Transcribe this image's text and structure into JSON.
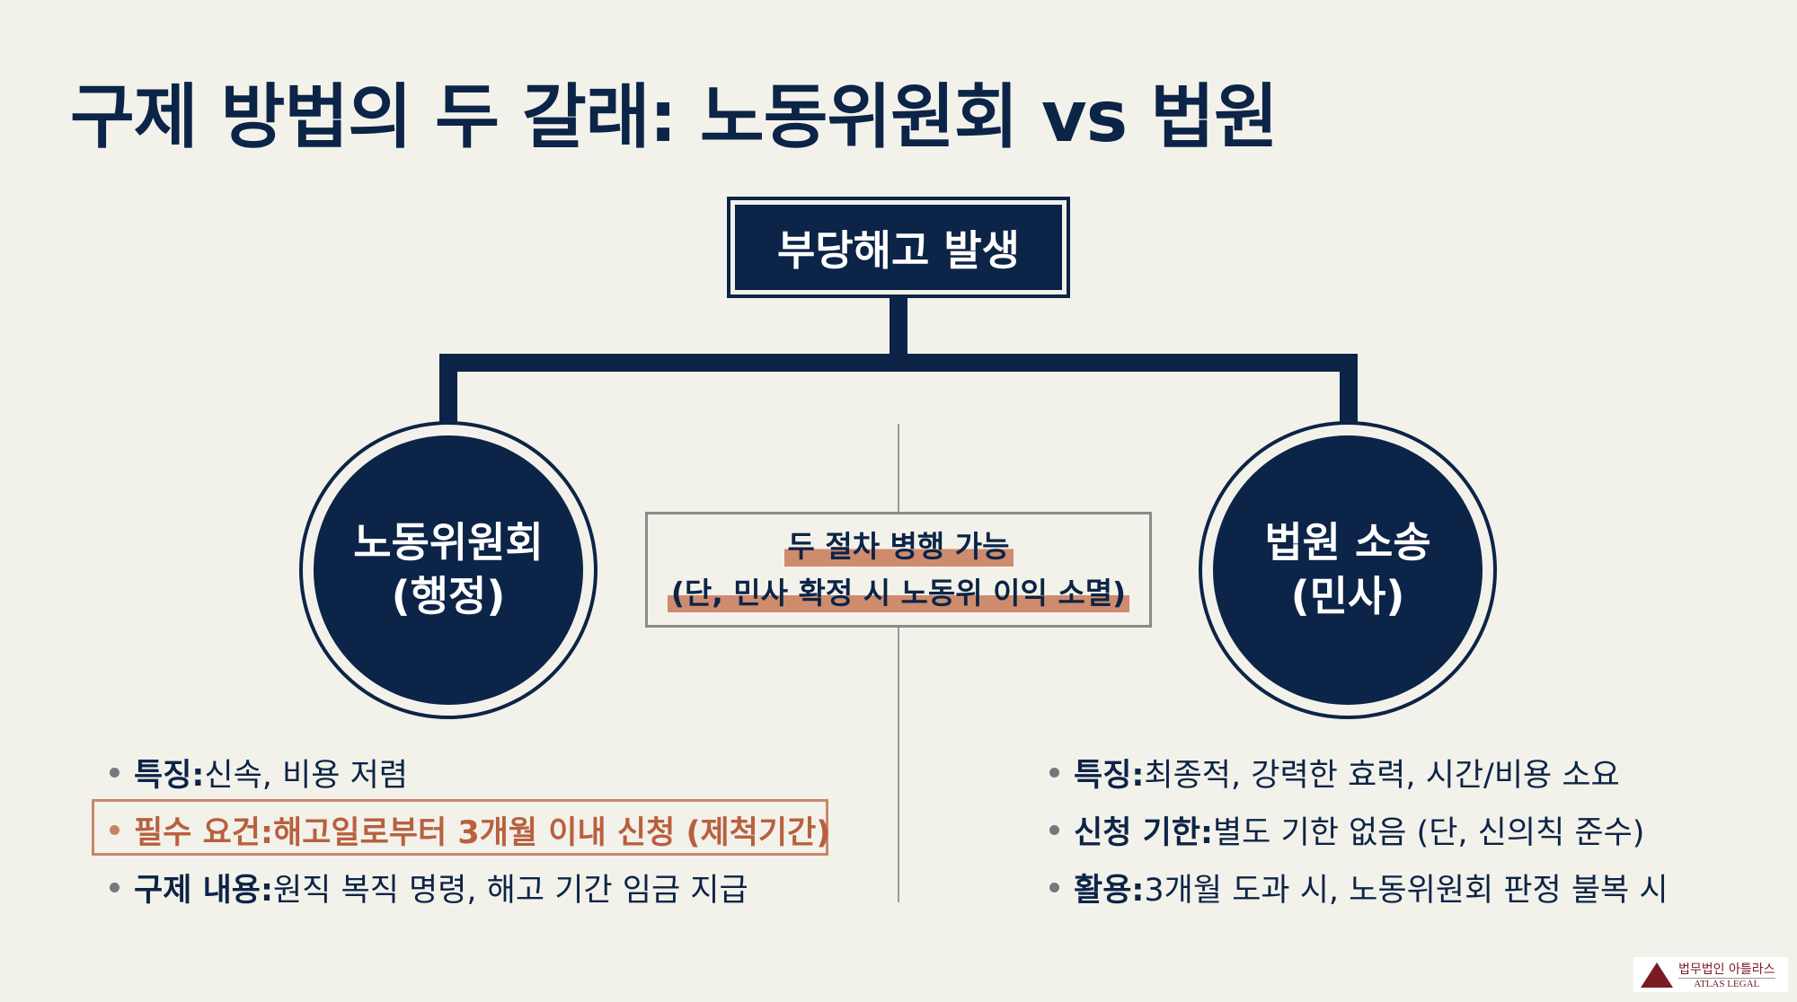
{
  "title": "구제 방법의 두 갈래: 노동위원회 vs 법원",
  "root": "부당해고 발생",
  "left": {
    "line1": "노동위원회",
    "line2": "(행정)"
  },
  "right": {
    "line1": "법원 소송",
    "line2": "(민사)"
  },
  "middle": {
    "line1": "두 절차 병행 가능",
    "line2": "(단, 민사 확정 시 노동위 이익 소멸)"
  },
  "left_bullets": [
    {
      "label": "특징:",
      "text": " 신속, 비용 저렴"
    },
    {
      "label": "필수 요건:",
      "text": " 해고일로부터 3개월 이내 신청 (제척기간)"
    },
    {
      "label": "구제 내용:",
      "text": " 원직 복직 명령, 해고 기간 임금 지급"
    }
  ],
  "right_bullets": [
    {
      "label": "특징:",
      "text": " 최종적, 강력한 효력, 시간/비용 소요"
    },
    {
      "label": "신청 기한:",
      "text": " 별도 기한 없음 (단, 신의칙 준수)"
    },
    {
      "label": "활용:",
      "text": " 3개월 도과 시, 노동위원회 판정 불복 시"
    }
  ],
  "logo": {
    "ko": "법무법인 아틀라스",
    "en": "ATLAS LEGAL"
  },
  "colors": {
    "navy": "#0c2447",
    "accent": "#c9866a",
    "bg": "#f3f2ea"
  }
}
